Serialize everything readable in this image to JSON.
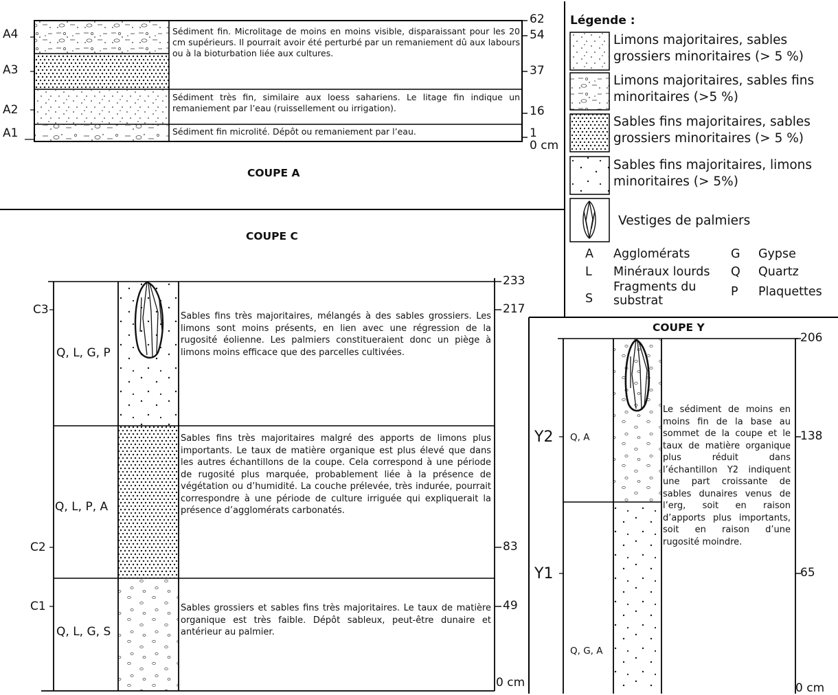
{
  "coupe_a": {
    "title": "COUPE A",
    "layers": [
      {
        "label": "A4",
        "desc": "Sédiment fin.  Microlitage de moins en moins visible, disparaissant pour les 20 cm supérieurs. Il pourrait avoir été perturbé par un remaniement dû aux labours ou à la bioturbation liée aux cultures."
      },
      {
        "label": "A3",
        "desc": ""
      },
      {
        "label": "A2",
        "desc": "Sédiment très fin, similaire aux loess sahariens. Le litage fin indique un remaniement par l’eau (ruissellement ou irrigation)."
      },
      {
        "label": "A1",
        "desc": "Sédiment fin microlité. Dépôt ou  remaniement par l’eau."
      }
    ],
    "ticks": [
      "62",
      "54",
      "37",
      "16",
      "1",
      "0 cm"
    ]
  },
  "legend": {
    "title": "Légende :",
    "items": [
      "Limons majoritaires, sables grossiers minoritaires (> 5 %)",
      "Limons majoritaires, sables fins minoritaires (>5 %)",
      "Sables fins majoritaires, sables grossiers minoritaires (> 5 %)",
      "Sables fins majoritaires, limons minoritaires (> 5%)",
      "Vestiges de palmiers"
    ],
    "abbreviations": [
      {
        "code": "A",
        "text": "Agglomérats"
      },
      {
        "code": "G",
        "text": "Gypse"
      },
      {
        "code": "L",
        "text": "Minéraux lourds"
      },
      {
        "code": "Q",
        "text": "Quartz"
      },
      {
        "code": "S",
        "text": "Fragments du substrat"
      },
      {
        "code": "P",
        "text": "Plaquettes"
      }
    ]
  },
  "coupe_c": {
    "title": "COUPE C",
    "layers": [
      {
        "label": "C3",
        "minerals": "Q, L, G, P",
        "desc": "Sables fins très majoritaires, mélangés à des sables grossiers. Les limons sont moins présents, en lien avec une régression de la rugosité éolienne. Les palmiers constitue­raient donc un piège à limons moins efficace que des parcelles cultivées."
      },
      {
        "label": "C2",
        "minerals": "Q, L, P, A",
        "desc": "Sables fins très majoritaires malgré des apports de limons plus importants. Le taux de matière organique est plus élevé que dans les autres échantillons de la coupe. Cela correspond à une période de rugosité plus marquée, probablement liée à la présence de végétation ou d’humidité. La couche prélevée, très indurée, pourrait correspondre à une période de culture irriguée qui expliquerait la présence d’agglomérats carbonatés."
      },
      {
        "label": "C1",
        "minerals": "Q, L, G, S",
        "desc": "Sables grossiers et sables fins très majoritaires. Le taux de matière organique est très faible. Dépôt sableux, peut-être dunaire et antérieur au palmier."
      }
    ],
    "ticks": [
      "233",
      "217",
      "83",
      "49",
      "0 cm"
    ]
  },
  "coupe_y": {
    "title": "COUPE Y",
    "layers": [
      {
        "label": "Y2",
        "minerals": "Q, A"
      },
      {
        "label": "Y1",
        "minerals": "Q, G, A"
      }
    ],
    "desc": "Le sédiment de moins en moins fin de la base au sommet de la coupe et le taux de matière organique plus réduit dans l’échantillon Y2 indiquent une part croissante de sables dunaires venus de l’erg, soit en raison d’apports plus importants, soit en raison d’une rugosité moindre.",
    "ticks": [
      "206",
      "138",
      "65",
      "0 cm"
    ]
  }
}
